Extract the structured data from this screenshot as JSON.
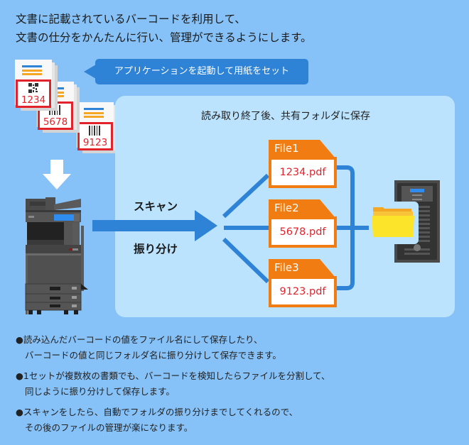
{
  "headline": {
    "line1": "文書に記載されているバーコードを利用して、",
    "line2": "文書の仕分をかんたんに行い、管理ができるようにします。"
  },
  "callout": {
    "text": "アプリケーションを起動して用紙をセット"
  },
  "documents": [
    {
      "code_type": "qr-code",
      "number": "1234"
    },
    {
      "code_type": "barcode",
      "number": "5678"
    },
    {
      "code_type": "barcode",
      "number": "9123"
    }
  ],
  "panel": {
    "title": "読み取り終了後、共有フォルダに保存",
    "flow_label_top": "スキャン",
    "flow_label_bottom": "振り分け",
    "files": [
      {
        "tab": "File1",
        "name": "1234.pdf"
      },
      {
        "tab": "File2",
        "name": "5678.pdf"
      },
      {
        "tab": "File3",
        "name": "9123.pdf"
      }
    ],
    "destination_icons": [
      "folder-icon",
      "server-icon"
    ]
  },
  "bullets": [
    {
      "line1": "●読み込んだバーコードの値をファイル名にして保存したり、",
      "line2": "バーコードの値と同じフォルダ名に振り分けして保存できます。"
    },
    {
      "line1": "●1セットが複数枚の書類でも、バーコードを検知したらファイルを分割して、",
      "line2": "同じように振り分けして保存します。"
    },
    {
      "line1": "●スキャンをしたら、自動でフォルダの振り分けまでしてくれるので、",
      "line2": "その後のファイルの管理が楽になります。"
    }
  ],
  "colors": {
    "background": "#86c1f7",
    "panel": "#bbe3fd",
    "accent_blue": "#2e83d6",
    "file_orange": "#f07c12",
    "code_red": "#e3232c",
    "folder_yellow": "#fbe42a"
  }
}
